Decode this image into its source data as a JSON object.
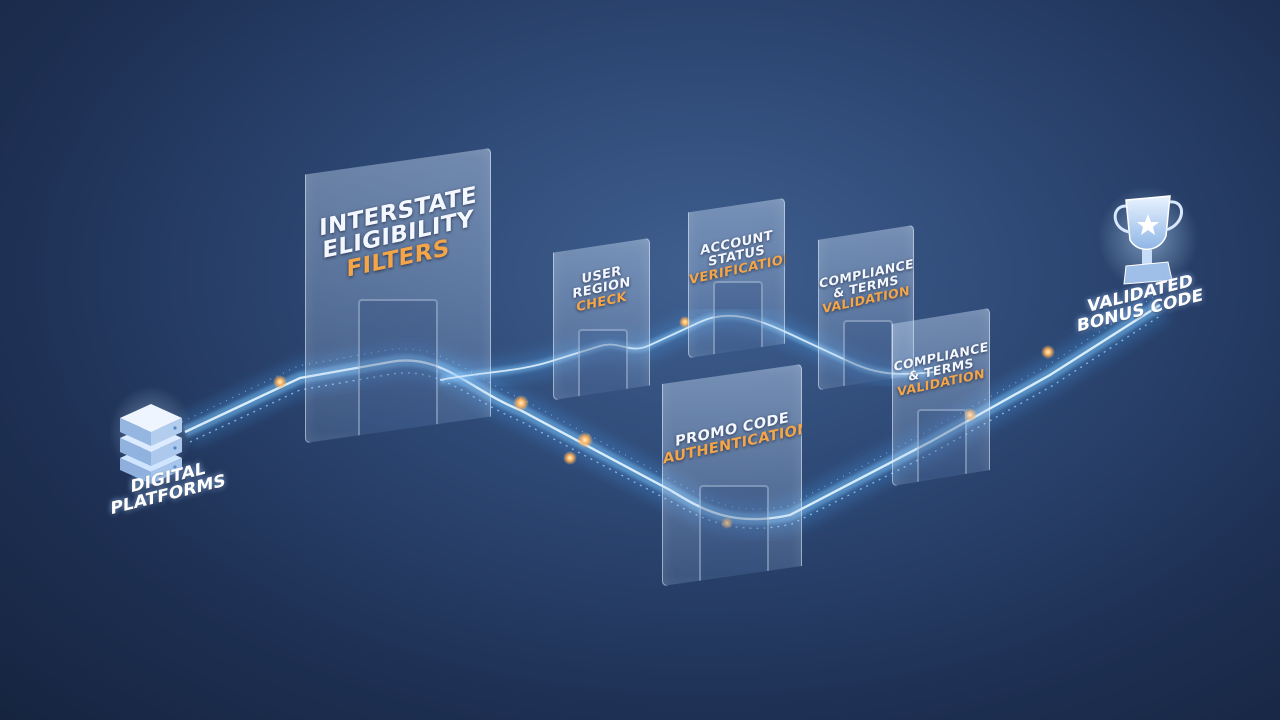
{
  "source": {
    "line1": "Digital",
    "line2": "Platforms",
    "icon": "server-stack-icon"
  },
  "destination": {
    "line1": "Validated",
    "line2": "Bonus Code",
    "icon": "trophy-icon"
  },
  "gates": {
    "interstate": {
      "line1": "Interstate",
      "line2": "Eligibility",
      "line3": "Filters"
    },
    "region": {
      "line1": "User",
      "line2": "Region",
      "line3": "Check"
    },
    "account": {
      "line1": "Account",
      "line2": "Status",
      "line3": "Verification"
    },
    "compliance_upper": {
      "line1": "Compliance",
      "line2": "& Terms",
      "line3": "Validation"
    },
    "compliance_lower": {
      "line1": "Compliance",
      "line2": "& Terms",
      "line3": "Validation"
    },
    "promo": {
      "line1": "Promo Code",
      "line2": "Authentication"
    }
  },
  "colors": {
    "accent": "#f3a548",
    "stream": "#6ec3ff",
    "background": "#2c4672"
  }
}
